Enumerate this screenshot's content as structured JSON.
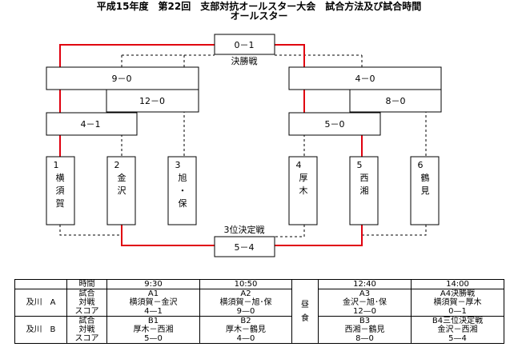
{
  "title": {
    "line1": "平成15年度　第22回　支部対抗オールスター大会　試合方法及び試合時間",
    "line2": "オールスター"
  },
  "bracket": {
    "final_score": "0－1",
    "final_label": "決勝戦",
    "third_label": "3位決定戦",
    "third_score": "5－4",
    "left_semi_score": "9－0",
    "left_quarter_score": "12－0",
    "left_first_score": "4－1",
    "right_semi_score": "4－0",
    "right_quarter_score": "8－0",
    "right_first_score": "5－0",
    "teams": [
      {
        "num": "1",
        "name": [
          "横",
          "須",
          "賀"
        ]
      },
      {
        "num": "2",
        "name": [
          "金",
          "沢"
        ]
      },
      {
        "num": "3",
        "name": [
          "旭",
          "・",
          "保"
        ]
      },
      {
        "num": "4",
        "name": [
          "厚",
          "木"
        ]
      },
      {
        "num": "5",
        "name": [
          "西",
          "湘"
        ]
      },
      {
        "num": "6",
        "name": [
          "鶴",
          "見"
        ]
      }
    ],
    "win_line_color": "#e0000f"
  },
  "schedule": {
    "header_label": "時間",
    "lunch": [
      "昼",
      "食"
    ],
    "times": [
      "9:30",
      "10:50",
      "12:40",
      "14:00"
    ],
    "row_labels": [
      "試合",
      "対戦",
      "スコア"
    ],
    "venues": [
      {
        "name": "及川　A",
        "games": [
          {
            "id": "A1",
            "match": "横須賀－金沢",
            "score": "4—1"
          },
          {
            "id": "A2",
            "match": "横須賀－旭･保",
            "score": "9—0"
          },
          {
            "id": "A3",
            "match": "金沢－旭･保",
            "score": "12—0"
          },
          {
            "id": "A4決勝戦",
            "match": "横須賀－厚木",
            "score": "0—1"
          }
        ]
      },
      {
        "name": "及川　B",
        "games": [
          {
            "id": "B1",
            "match": "厚木－西湘",
            "score": "5—0"
          },
          {
            "id": "B2",
            "match": "厚木－鶴見",
            "score": "4—0"
          },
          {
            "id": "B3",
            "match": "西湘－鶴見",
            "score": "8—0"
          },
          {
            "id": "B4三位決定戦",
            "match": "金沢－西湘",
            "score": "5—4"
          }
        ]
      }
    ]
  }
}
